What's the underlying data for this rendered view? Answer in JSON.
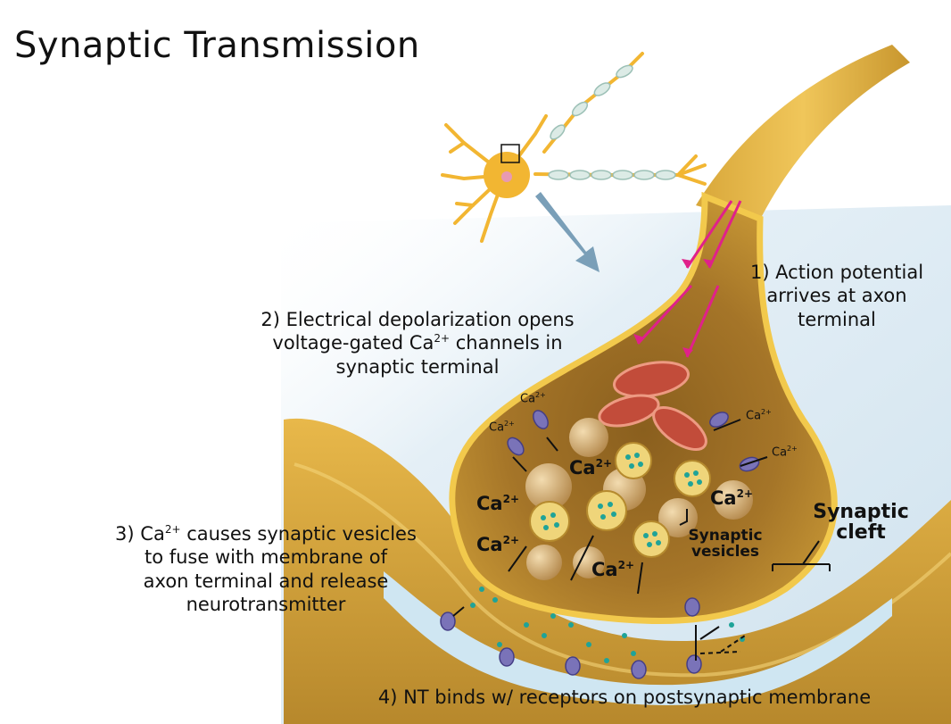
{
  "title": "Synaptic Transmission",
  "steps": {
    "s1": {
      "lines": [
        "1) Action potential",
        "arrives at axon",
        "terminal"
      ]
    },
    "s2": {
      "line1": "2) Electrical depolarization opens",
      "line2_pre": "voltage-gated Ca",
      "line2_sup": "2+",
      "line2_post": " channels in",
      "line3": "synaptic terminal"
    },
    "s3": {
      "line1_pre": "3) Ca",
      "line1_sup": "2+",
      "line1_post": " causes synaptic vesicles",
      "line2": "to fuse with membrane of",
      "line3": "axon terminal and release",
      "line4": "neurotransmitter"
    },
    "s4": {
      "text": "4) NT binds w/ receptors on postsynaptic membrane"
    }
  },
  "labels": {
    "synaptic_cleft": [
      "Synaptic",
      "cleft"
    ],
    "synaptic_vesicles": [
      "Synaptic",
      "vesicles"
    ]
  },
  "ion": {
    "symbol": "Ca",
    "charge": "2+"
  },
  "colors": {
    "cytoplasm": "#c99a3e",
    "membrane": "#f2c94c",
    "vesicle_outer": "#e8c766",
    "nt_dots": "#1fa398",
    "arrows": "#e0218a",
    "channel": "#7a73b8",
    "extracellular": "#dbeaf3"
  }
}
